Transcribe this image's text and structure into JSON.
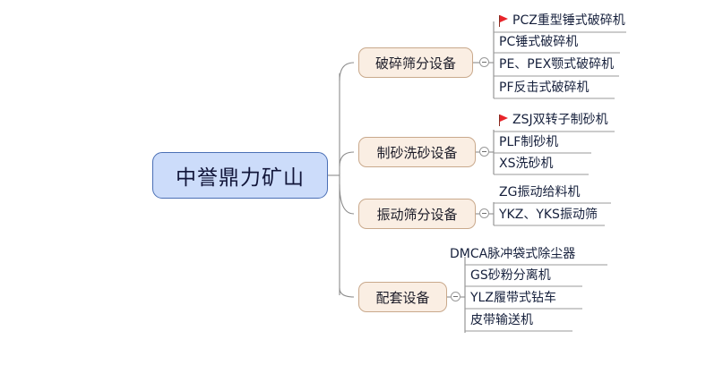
{
  "diagram": {
    "type": "mind-map",
    "orientation": "left-to-right",
    "background": "#ffffff",
    "colors": {
      "root_fill": "#ccdcfa",
      "root_border": "#4a6fb5",
      "branch_fill": "#faeee3",
      "branch_border": "#c9a98c",
      "leaf_underline": "#9a9a9a",
      "connector": "#8c8c8c",
      "flag": "#e8242a",
      "text": "#16203c"
    },
    "root": {
      "label": "中誉鼎力矿山"
    },
    "branches": [
      {
        "label": "破碎筛分设备",
        "toggle_icon": "collapse-minus-icon",
        "children": [
          {
            "label": "PCZ重型锤式破碎机",
            "flag": true
          },
          {
            "label": "PC锤式破碎机",
            "flag": false
          },
          {
            "label": "PE、PEX颚式破碎机",
            "flag": false
          },
          {
            "label": "PF反击式破碎机",
            "flag": false
          }
        ]
      },
      {
        "label": "制砂洗砂设备",
        "toggle_icon": "collapse-minus-icon",
        "children": [
          {
            "label": "ZSJ双转子制砂机",
            "flag": true
          },
          {
            "label": "PLF制砂机",
            "flag": false
          },
          {
            "label": "XS洗砂机",
            "flag": false
          }
        ]
      },
      {
        "label": "振动筛分设备",
        "toggle_icon": "collapse-minus-icon",
        "children": [
          {
            "label": "ZG振动给料机",
            "flag": false
          },
          {
            "label": "YKZ、YKS振动筛",
            "flag": false
          }
        ]
      },
      {
        "label": "配套设备",
        "toggle_icon": "collapse-minus-icon",
        "children": [
          {
            "label": "DMCA脉冲袋式除尘器",
            "flag": false
          },
          {
            "label": "GS砂粉分离机",
            "flag": false
          },
          {
            "label": "YLZ履带式钻车",
            "flag": false
          },
          {
            "label": "皮带输送机",
            "flag": false
          }
        ]
      }
    ]
  }
}
